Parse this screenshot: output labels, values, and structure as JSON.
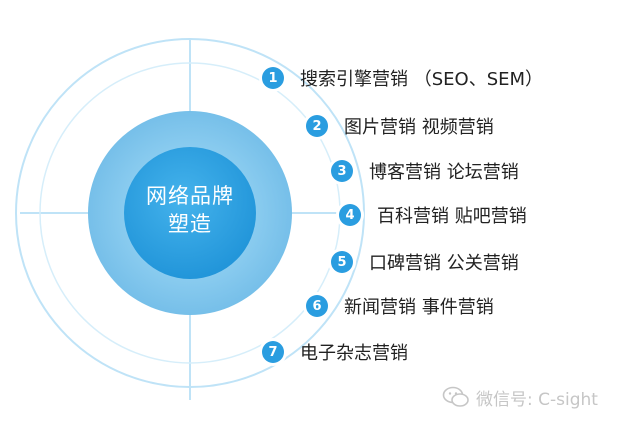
{
  "center": {
    "line1": "网络品牌",
    "line2": "塑造"
  },
  "items": [
    {
      "num": "1",
      "label": "搜索引擎营销 （SEO、SEM）"
    },
    {
      "num": "2",
      "label": "图片营销 视频营销"
    },
    {
      "num": "3",
      "label": "博客营销 论坛营销"
    },
    {
      "num": "4",
      "label": "百科营销 贴吧营销"
    },
    {
      "num": "5",
      "label": "口碑营销 公关营销"
    },
    {
      "num": "6",
      "label": "新闻营销 事件营销"
    },
    {
      "num": "7",
      "label": "电子杂志营销"
    }
  ],
  "watermark": {
    "text": "微信号: C-sight",
    "icon": "wechat-icon"
  },
  "colors": {
    "inner_circle": "#2a9de0",
    "middle_circle": "#7fc5ec",
    "ring": "#bfe3f7",
    "badge": "#2a9de0"
  }
}
